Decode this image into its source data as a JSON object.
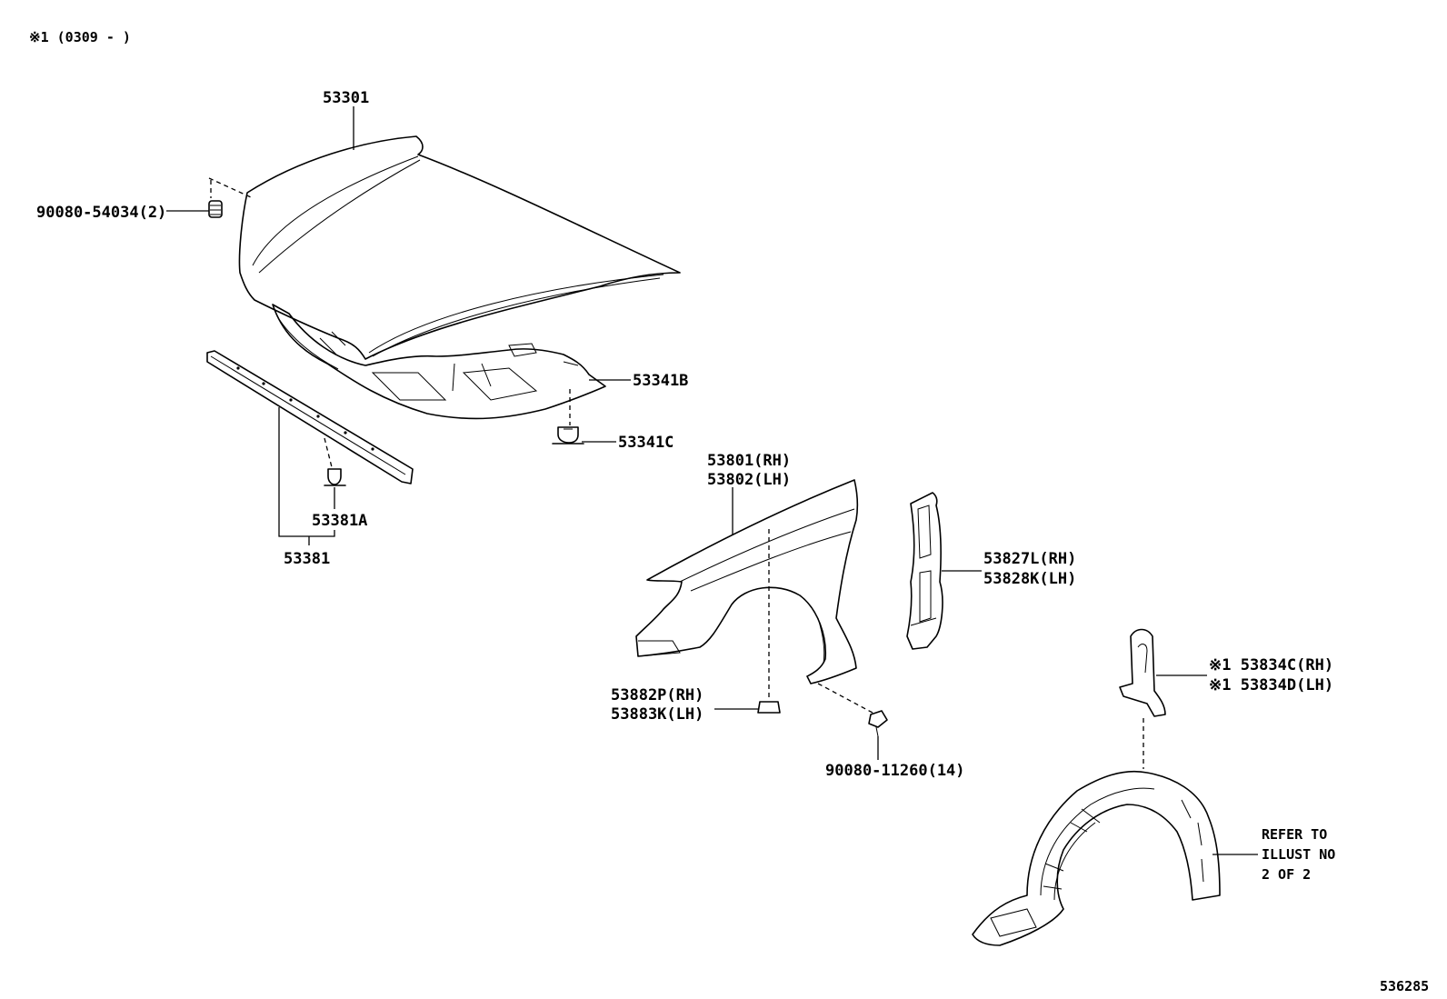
{
  "header": {
    "note": "※1 (0309 -      )"
  },
  "footer": {
    "illustration_id": "536285"
  },
  "labels": {
    "hood": "53301",
    "hood_cushion": "90080-54034(2)",
    "hood_insulator": "53341B",
    "insulator_clip": "53341C",
    "seal_clip": "53381A",
    "hood_seal": "53381",
    "fender_rh": "53801(RH)",
    "fender_lh": "53802(LH)",
    "fender_seal_rh": "53827L(RH)",
    "fender_seal_lh": "53828K(LH)",
    "fender_bracket_rh": "53882P(RH)",
    "fender_bracket_lh": "53883K(LH)",
    "fender_bolt": "90080-11260(14)",
    "splash_shield_rh": "※1 53834C(RH)",
    "splash_shield_lh": "※1 53834D(LH)",
    "refer_line1": "REFER TO",
    "refer_line2": "ILLUST NO",
    "refer_line3": "2 OF 2"
  }
}
